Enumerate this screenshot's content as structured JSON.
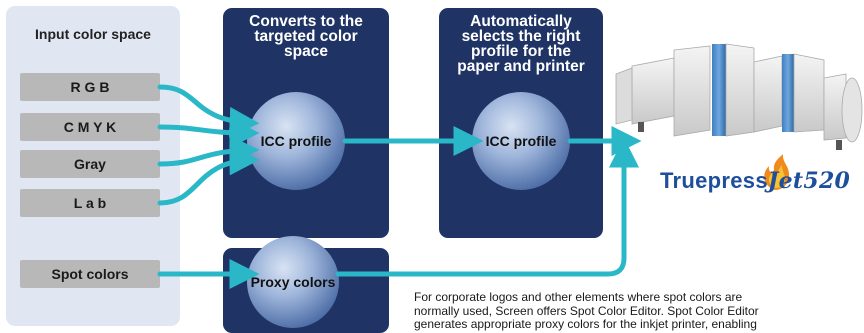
{
  "input_panel": {
    "title": "Input color space",
    "items": [
      {
        "label": "R G B"
      },
      {
        "label": "C M Y K"
      },
      {
        "label": "Gray"
      },
      {
        "label": "L a b"
      },
      {
        "label": "Spot colors"
      }
    ]
  },
  "convert_panel": {
    "title_lines": [
      "Converts to the",
      "targeted color",
      "space"
    ],
    "circle_label": "ICC profile"
  },
  "select_panel": {
    "title_lines": [
      "Automatically",
      "selects the right",
      "profile for the",
      "paper and printer"
    ],
    "circle_label": "ICC profile"
  },
  "proxy_panel": {
    "circle_label": "Proxy colors"
  },
  "brand": {
    "part1": "Truepress",
    "part2": "Jet520"
  },
  "caption": {
    "line1": "For corporate logos and other elements where spot colors are",
    "line2": "normally used, Screen offers Spot Color Editor. Spot Color Editor",
    "line3": "generates appropriate proxy colors for the inkjet printer, enabling"
  },
  "colors": {
    "arrow": "#2ab7c7",
    "dark_panel": "#1f3364",
    "input_panel": "#e1e7f2",
    "input_box": "#b8b8b8"
  },
  "icons": [
    "printer-illustration",
    "flame-logo-icon"
  ]
}
